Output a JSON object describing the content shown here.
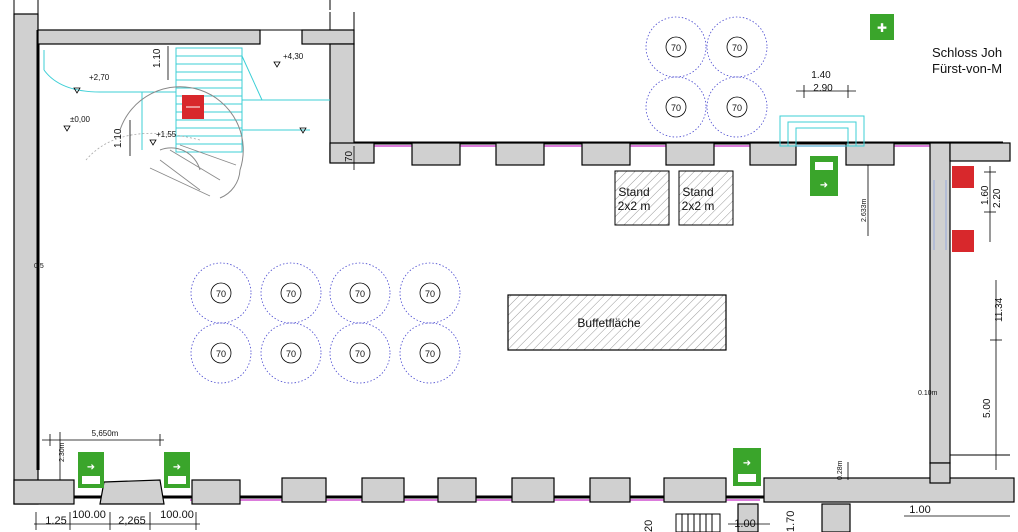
{
  "header": {
    "line1": "Schloss Joh",
    "line2": "Fürst-von-M"
  },
  "levels": {
    "upper": "+4,30",
    "mid": "+2,70",
    "zero": "±0,00",
    "landing": "+1,55"
  },
  "dimensions": {
    "top_a": "1.40",
    "top_b": "2.90",
    "stair_a": "1.10",
    "stair_b": "1.10",
    "wall_70": "70",
    "right_a": "1.60",
    "right_b": "2.20",
    "right_c": "2.633m",
    "right_d": "11.34",
    "right_e": "5.00",
    "right_f": "0.10m",
    "bottom_a": "0.28m",
    "left_a": "0.5",
    "left_b": "5,650m",
    "left_c": "2.30m",
    "b1": "1.25",
    "b2": "100.00",
    "b3": "2,265",
    "b4": "100.00",
    "b5": "20",
    "b6": "1.00",
    "b7": "1.70",
    "b8": "1.00"
  },
  "tables": [
    {
      "label": "70"
    },
    {
      "label": "70"
    },
    {
      "label": "70"
    },
    {
      "label": "70"
    },
    {
      "label": "70"
    },
    {
      "label": "70"
    },
    {
      "label": "70"
    },
    {
      "label": "70"
    },
    {
      "label": "70"
    },
    {
      "label": "70"
    },
    {
      "label": "70"
    },
    {
      "label": "70"
    }
  ],
  "stands": [
    {
      "line1": "Stand",
      "line2": "2x2 m"
    },
    {
      "line1": "Stand",
      "line2": "2x2 m"
    }
  ],
  "buffet": {
    "label": "Buffetfläche"
  },
  "colors": {
    "exit_green": "#3aa52b",
    "hydrant_red": "#d8282c",
    "stair_cyan": "#3ccfd6",
    "table_blue": "#4a4ad0",
    "wall_gray": "#d0d0d0",
    "line_magenta": "#c62fc6"
  }
}
